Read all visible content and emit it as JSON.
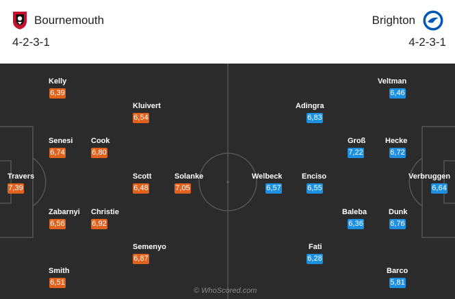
{
  "home": {
    "team": "Bournemouth",
    "formation": "4-2-3-1",
    "badge_icon": "bournemouth-crest-icon",
    "rating_color": "#e0621c",
    "players": [
      {
        "id": "kelly",
        "name": "Kelly",
        "rating": "6,39"
      },
      {
        "id": "kluivert",
        "name": "Kluivert",
        "rating": "6,54"
      },
      {
        "id": "senesi",
        "name": "Senesi",
        "rating": "6,74"
      },
      {
        "id": "cook",
        "name": "Cook",
        "rating": "6,80"
      },
      {
        "id": "travers",
        "name": "Travers",
        "rating": "7,39"
      },
      {
        "id": "scott",
        "name": "Scott",
        "rating": "6,48"
      },
      {
        "id": "solanke",
        "name": "Solanke",
        "rating": "7,05"
      },
      {
        "id": "zabarnyi",
        "name": "Zabarnyi",
        "rating": "6,56"
      },
      {
        "id": "christie",
        "name": "Christie",
        "rating": "6,92"
      },
      {
        "id": "semenyo",
        "name": "Semenyo",
        "rating": "6,87"
      },
      {
        "id": "smith",
        "name": "Smith",
        "rating": "6,51"
      }
    ]
  },
  "away": {
    "team": "Brighton",
    "formation": "4-2-3-1",
    "badge_icon": "brighton-crest-icon",
    "rating_color": "#1d8fe1",
    "players": [
      {
        "id": "veltman",
        "name": "Veltman",
        "rating": "6,46"
      },
      {
        "id": "adingra",
        "name": "Adingra",
        "rating": "6,83"
      },
      {
        "id": "gross",
        "name": "Groß",
        "rating": "7,22"
      },
      {
        "id": "hecke",
        "name": "Hecke",
        "rating": "6,72"
      },
      {
        "id": "welbeck",
        "name": "Welbeck",
        "rating": "6,57"
      },
      {
        "id": "enciso",
        "name": "Enciso",
        "rating": "6,55"
      },
      {
        "id": "verbruggen",
        "name": "Verbruggen",
        "rating": "6,64"
      },
      {
        "id": "baleba",
        "name": "Baleba",
        "rating": "6,36"
      },
      {
        "id": "dunk",
        "name": "Dunk",
        "rating": "6,76"
      },
      {
        "id": "fati",
        "name": "Fati",
        "rating": "6,28"
      },
      {
        "id": "barco",
        "name": "Barco",
        "rating": "5,81"
      }
    ]
  },
  "pitch": {
    "background": "#2b2b2b",
    "line_color": "#555555"
  },
  "watermark": "© WhoScored.com"
}
